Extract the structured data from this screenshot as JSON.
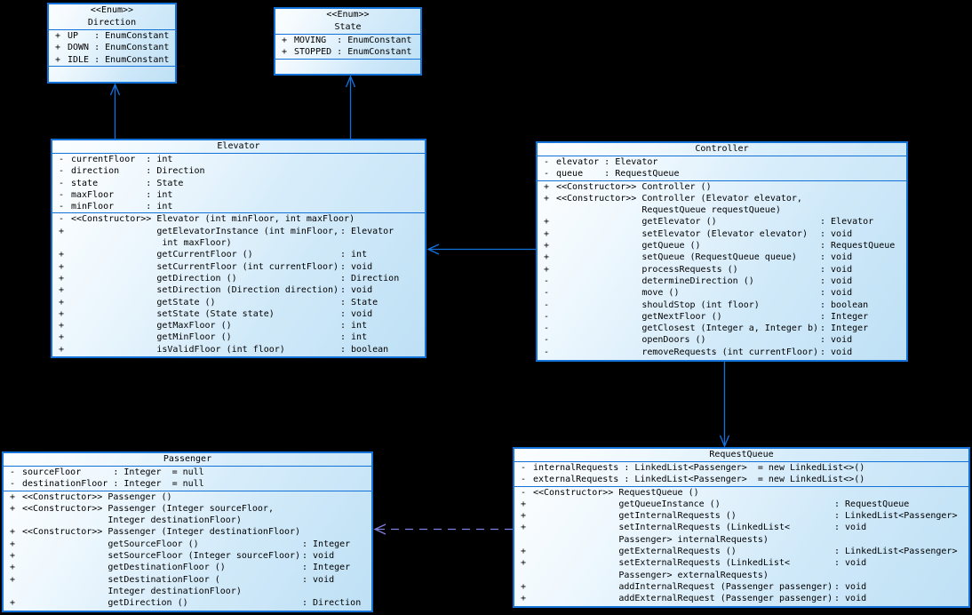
{
  "diagram": {
    "background_color": "#000000",
    "box_border_color": "#1272d8",
    "box_fill_light": "#f7fcff",
    "box_fill_dark": "#bee0f5",
    "solid_line_color": "#1273e0",
    "dashed_line_color": "#8080dd",
    "text_color": "#000000"
  },
  "classes": [
    {
      "name": "Direction",
      "stereotype": "<<Enum>>",
      "attributes": [
        {
          "v": "+",
          "t": "UP   : EnumConstant"
        },
        {
          "v": "+",
          "t": "DOWN : EnumConstant"
        },
        {
          "v": "+",
          "t": "IDLE : EnumConstant"
        }
      ],
      "methods": []
    },
    {
      "name": "State",
      "stereotype": "<<Enum>>",
      "attributes": [
        {
          "v": "+",
          "t": "MOVING  : EnumConstant"
        },
        {
          "v": "+",
          "t": "STOPPED : EnumConstant"
        }
      ],
      "methods": []
    },
    {
      "name": "Elevator",
      "stereotype": "",
      "attributes": [
        {
          "v": "-",
          "t": "currentFloor  : int"
        },
        {
          "v": "-",
          "t": "direction     : Direction"
        },
        {
          "v": "-",
          "t": "state         : State"
        },
        {
          "v": "-",
          "t": "maxFloor      : int"
        },
        {
          "v": "-",
          "t": "minFloor      : int"
        }
      ],
      "methods": [
        {
          "v": "-",
          "t": "<<Constructor>> Elevator (int minFloor, int maxFloor)",
          "r": ""
        },
        {
          "v": "+",
          "t": "                getElevatorInstance (int minFloor,\n                 int maxFloor)",
          "r": ": Elevator"
        },
        {
          "v": "+",
          "t": "                getCurrentFloor ()",
          "r": ": int"
        },
        {
          "v": "+",
          "t": "                setCurrentFloor (int currentFloor)",
          "r": ": void"
        },
        {
          "v": "+",
          "t": "                getDirection ()",
          "r": ": Direction"
        },
        {
          "v": "+",
          "t": "                setDirection (Direction direction)",
          "r": ": void"
        },
        {
          "v": "+",
          "t": "                getState ()",
          "r": ": State"
        },
        {
          "v": "+",
          "t": "                setState (State state)",
          "r": ": void"
        },
        {
          "v": "+",
          "t": "                getMaxFloor ()",
          "r": ": int"
        },
        {
          "v": "+",
          "t": "                getMinFloor ()",
          "r": ": int"
        },
        {
          "v": "+",
          "t": "                isValidFloor (int floor)",
          "r": ": boolean"
        }
      ]
    },
    {
      "name": "Controller",
      "stereotype": "",
      "attributes": [
        {
          "v": "-",
          "t": "elevator : Elevator"
        },
        {
          "v": "-",
          "t": "queue    : RequestQueue"
        }
      ],
      "methods": [
        {
          "v": "+",
          "t": "<<Constructor>> Controller ()",
          "r": ""
        },
        {
          "v": "+",
          "t": "<<Constructor>> Controller (Elevator elevator,\n                RequestQueue requestQueue)",
          "r": ""
        },
        {
          "v": "+",
          "t": "                getElevator ()",
          "r": ": Elevator"
        },
        {
          "v": "+",
          "t": "                setElevator (Elevator elevator)",
          "r": ": void"
        },
        {
          "v": "+",
          "t": "                getQueue ()",
          "r": ": RequestQueue"
        },
        {
          "v": "+",
          "t": "                setQueue (RequestQueue queue)",
          "r": ": void"
        },
        {
          "v": "+",
          "t": "                processRequests ()",
          "r": ": void"
        },
        {
          "v": "-",
          "t": "                determineDirection ()",
          "r": ": void"
        },
        {
          "v": "-",
          "t": "                move ()",
          "r": ": void"
        },
        {
          "v": "-",
          "t": "                shouldStop (int floor)",
          "r": ": boolean"
        },
        {
          "v": "-",
          "t": "                getNextFloor ()",
          "r": ": Integer"
        },
        {
          "v": "-",
          "t": "                getClosest (Integer a, Integer b)",
          "r": ": Integer"
        },
        {
          "v": "-",
          "t": "                openDoors ()",
          "r": ": void"
        },
        {
          "v": "-",
          "t": "                removeRequests (int currentFloor)",
          "r": ": void"
        }
      ]
    },
    {
      "name": "Passenger",
      "stereotype": "",
      "attributes": [
        {
          "v": "-",
          "t": "sourceFloor      : Integer  = null"
        },
        {
          "v": "-",
          "t": "destinationFloor : Integer  = null"
        }
      ],
      "methods": [
        {
          "v": "+",
          "t": "<<Constructor>> Passenger ()",
          "r": ""
        },
        {
          "v": "+",
          "t": "<<Constructor>> Passenger (Integer sourceFloor,\n                Integer destinationFloor)",
          "r": ""
        },
        {
          "v": "+",
          "t": "<<Constructor>> Passenger (Integer destinationFloor)",
          "r": ""
        },
        {
          "v": "+",
          "t": "                getSourceFloor ()",
          "r": ": Integer"
        },
        {
          "v": "+",
          "t": "                setSourceFloor (Integer sourceFloor)",
          "r": ": void"
        },
        {
          "v": "+",
          "t": "                getDestinationFloor ()",
          "r": ": Integer"
        },
        {
          "v": "+",
          "t": "                setDestinationFloor (\n                Integer destinationFloor)",
          "r": ": void"
        },
        {
          "v": "+",
          "t": "                getDirection ()",
          "r": ": Direction"
        }
      ]
    },
    {
      "name": "RequestQueue",
      "stereotype": "",
      "attributes": [
        {
          "v": "-",
          "t": "internalRequests : LinkedList<Passenger>  = new LinkedList<>()"
        },
        {
          "v": "-",
          "t": "externalRequests : LinkedList<Passenger>  = new LinkedList<>()"
        }
      ],
      "methods": [
        {
          "v": "-",
          "t": "<<Constructor>> RequestQueue ()",
          "r": ""
        },
        {
          "v": "+",
          "t": "                getQueueInstance ()",
          "r": ": RequestQueue"
        },
        {
          "v": "+",
          "t": "                getInternalRequests ()",
          "r": ": LinkedList<Passenger>"
        },
        {
          "v": "+",
          "t": "                setInternalRequests (LinkedList<\n                Passenger> internalRequests)",
          "r": ": void"
        },
        {
          "v": "+",
          "t": "                getExternalRequests ()",
          "r": ": LinkedList<Passenger>"
        },
        {
          "v": "+",
          "t": "                setExternalRequests (LinkedList<\n                Passenger> externalRequests)",
          "r": ": void"
        },
        {
          "v": "+",
          "t": "                addInternalRequest (Passenger passenger)",
          "r": ": void"
        },
        {
          "v": "+",
          "t": "                addExternalRequest (Passenger passenger)",
          "r": ": void"
        }
      ]
    }
  ],
  "relations": [
    {
      "from": "Elevator",
      "to": "Direction",
      "type": "association",
      "style": "solid-open-arrow"
    },
    {
      "from": "Elevator",
      "to": "State",
      "type": "association",
      "style": "solid-open-arrow"
    },
    {
      "from": "Controller",
      "to": "Elevator",
      "type": "association",
      "style": "solid-open-arrow"
    },
    {
      "from": "Controller",
      "to": "RequestQueue",
      "type": "association",
      "style": "solid-open-arrow"
    },
    {
      "from": "RequestQueue",
      "to": "Passenger",
      "type": "dependency",
      "style": "dashed-open-arrow"
    }
  ]
}
